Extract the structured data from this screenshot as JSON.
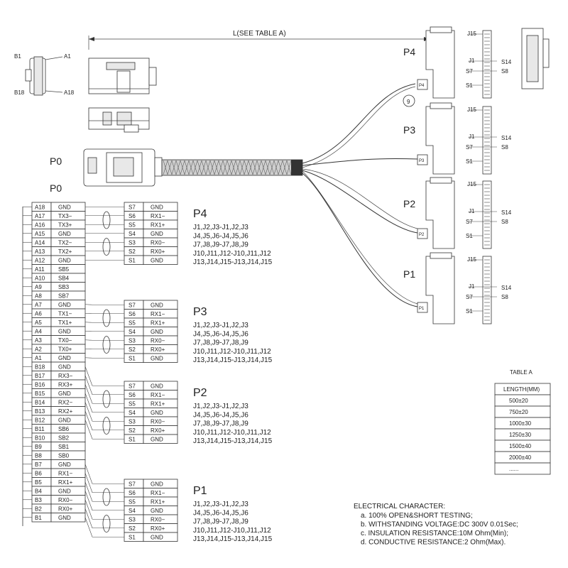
{
  "top_label": "L(SEE TABLE A)",
  "p0_label_top": "P0",
  "p0_label": "P0",
  "connector_labels": {
    "side_a1": "A1",
    "side_a18": "A18",
    "side_b1": "B1",
    "side_b18": "B18",
    "callout": "9",
    "j15": "J15",
    "j1": "J1",
    "s14": "S14",
    "s7": "S7",
    "s8": "S8",
    "s1": "S1"
  },
  "breakouts": [
    {
      "name": "P4",
      "plug": "P4"
    },
    {
      "name": "P3",
      "plug": "P3"
    },
    {
      "name": "P2",
      "plug": "P2"
    },
    {
      "name": "P1",
      "plug": "P1"
    }
  ],
  "p0_pins": [
    {
      "pin": "A18",
      "sig": "GND"
    },
    {
      "pin": "A17",
      "sig": "TX3−"
    },
    {
      "pin": "A16",
      "sig": "TX3+"
    },
    {
      "pin": "A15",
      "sig": "GND"
    },
    {
      "pin": "A14",
      "sig": "TX2−"
    },
    {
      "pin": "A13",
      "sig": "TX2+"
    },
    {
      "pin": "A12",
      "sig": "GND"
    },
    {
      "pin": "A11",
      "sig": "SB5"
    },
    {
      "pin": "A10",
      "sig": "SB4"
    },
    {
      "pin": "A9",
      "sig": "SB3"
    },
    {
      "pin": "A8",
      "sig": "SB7"
    },
    {
      "pin": "A7",
      "sig": "GND"
    },
    {
      "pin": "A6",
      "sig": "TX1−"
    },
    {
      "pin": "A5",
      "sig": "TX1+"
    },
    {
      "pin": "A4",
      "sig": "GND"
    },
    {
      "pin": "A3",
      "sig": "TX0−"
    },
    {
      "pin": "A2",
      "sig": "TX0+"
    },
    {
      "pin": "A1",
      "sig": "GND"
    },
    {
      "pin": "B18",
      "sig": "GND"
    },
    {
      "pin": "B17",
      "sig": "RX3−"
    },
    {
      "pin": "B16",
      "sig": "RX3+"
    },
    {
      "pin": "B15",
      "sig": "GND"
    },
    {
      "pin": "B14",
      "sig": "RX2−"
    },
    {
      "pin": "B13",
      "sig": "RX2+"
    },
    {
      "pin": "B12",
      "sig": "GND"
    },
    {
      "pin": "B11",
      "sig": "SB6"
    },
    {
      "pin": "B10",
      "sig": "SB2"
    },
    {
      "pin": "B9",
      "sig": "SB1"
    },
    {
      "pin": "B8",
      "sig": "SB0"
    },
    {
      "pin": "B7",
      "sig": "GND"
    },
    {
      "pin": "B6",
      "sig": "RX1−"
    },
    {
      "pin": "B5",
      "sig": "RX1+"
    },
    {
      "pin": "B4",
      "sig": "GND"
    },
    {
      "pin": "B3",
      "sig": "RX0−"
    },
    {
      "pin": "B2",
      "sig": "RX0+"
    },
    {
      "pin": "B1",
      "sig": "GND"
    }
  ],
  "sata_groups": [
    {
      "label": "P4",
      "rows": [
        {
          "pin": "S7",
          "sig": "GND"
        },
        {
          "pin": "S6",
          "sig": "RX1−"
        },
        {
          "pin": "S5",
          "sig": "RX1+"
        },
        {
          "pin": "S4",
          "sig": "GND"
        },
        {
          "pin": "S3",
          "sig": "RX0−"
        },
        {
          "pin": "S2",
          "sig": "RX0+"
        },
        {
          "pin": "S1",
          "sig": "GND"
        }
      ],
      "jumpers": [
        "J1,J2,J3-J1,J2,J3",
        "J4,J5,J6-J4,J5,J6",
        "J7,J8,J9-J7,J8,J9",
        "J10,J11,J12-J10,J11,J12",
        "J13,J14,J15-J13,J14,J15"
      ]
    },
    {
      "label": "P3",
      "rows": [
        {
          "pin": "S7",
          "sig": "GND"
        },
        {
          "pin": "S6",
          "sig": "RX1−"
        },
        {
          "pin": "S5",
          "sig": "RX1+"
        },
        {
          "pin": "S4",
          "sig": "GND"
        },
        {
          "pin": "S3",
          "sig": "RX0−"
        },
        {
          "pin": "S2",
          "sig": "RX0+"
        },
        {
          "pin": "S1",
          "sig": "GND"
        }
      ],
      "jumpers": [
        "J1,J2,J3-J1,J2,J3",
        "J4,J5,J6-J4,J5,J6",
        "J7,J8,J9-J7,J8,J9",
        "J10,J11,J12-J10,J11,J12",
        "J13,J14,J15-J13,J14,J15"
      ]
    },
    {
      "label": "P2",
      "rows": [
        {
          "pin": "S7",
          "sig": "GND"
        },
        {
          "pin": "S6",
          "sig": "RX1−"
        },
        {
          "pin": "S5",
          "sig": "RX1+"
        },
        {
          "pin": "S4",
          "sig": "GND"
        },
        {
          "pin": "S3",
          "sig": "RX0−"
        },
        {
          "pin": "S2",
          "sig": "RX0+"
        },
        {
          "pin": "S1",
          "sig": "GND"
        }
      ],
      "jumpers": [
        "J1,J2,J3-J1,J2,J3",
        "J4,J5,J6-J4,J5,J6",
        "J7,J8,J9-J7,J8,J9",
        "J10,J11,J12-J10,J11,J12",
        "J13,J14,J15-J13,J14,J15"
      ]
    },
    {
      "label": "P1",
      "rows": [
        {
          "pin": "S7",
          "sig": "GND"
        },
        {
          "pin": "S6",
          "sig": "RX1−"
        },
        {
          "pin": "S5",
          "sig": "RX1+"
        },
        {
          "pin": "S4",
          "sig": "GND"
        },
        {
          "pin": "S3",
          "sig": "RX0−"
        },
        {
          "pin": "S2",
          "sig": "RX0+"
        },
        {
          "pin": "S1",
          "sig": "GND"
        }
      ],
      "jumpers": [
        "J1,J2,J3-J1,J2,J3",
        "J4,J5,J6-J4,J5,J6",
        "J7,J8,J9-J7,J8,J9",
        "J10,J11,J12-J10,J11,J12",
        "J13,J14,J15-J13,J14,J15"
      ]
    }
  ],
  "table_a": {
    "title": "TABLE A",
    "header": "LENGTH(MM)",
    "rows": [
      "500±20",
      "750±20",
      "1000±30",
      "1250±30",
      "1500±40",
      "2000±40",
      "......"
    ]
  },
  "electrical": {
    "title": "ELECTRICAL CHARACTER:",
    "lines": [
      "a. 100% OPEN&SHORT TESTING;",
      "b. WITHSTANDING VOLTAGE:DC 300V 0.01Sec;",
      "c. INSULATION RESISTANCE:10M Ohm(Min);",
      "d. CONDUCTIVE RESISTANCE:2 Ohm(Max)."
    ]
  }
}
